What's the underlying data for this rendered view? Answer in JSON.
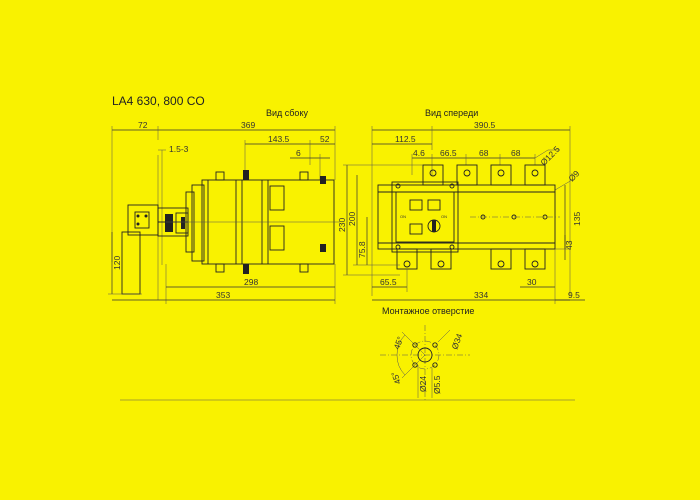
{
  "title": "LA4 630, 800 CO",
  "views": {
    "side": "Вид сбоку",
    "front": "Вид спереди",
    "mounting": "Монтажное отверстие"
  },
  "side_dims": {
    "d72": "72",
    "d369": "369",
    "d143_5": "143.5",
    "d52": "52",
    "d6": "6",
    "d1_5_3": "1.5-3",
    "d120": "120",
    "d298": "298",
    "d353": "353"
  },
  "front_dims": {
    "d112_5": "112.5",
    "d390_5": "390.5",
    "d4_6": "4.6",
    "d66_5": "66.5",
    "d68a": "68",
    "d68b": "68",
    "d12_5": "Ø12.5",
    "d9": "Ø9",
    "d230": "230",
    "d200": "200",
    "d135": "135",
    "d43": "43",
    "d75_8": "75.8",
    "d65_5": "65.5",
    "d334": "334",
    "d30": "30",
    "d9_5": "9.5"
  },
  "mount_dims": {
    "a45a": "45°",
    "a45b": "45°",
    "d34": "Ø34",
    "d24": "Ø24",
    "d5_5": "Ø5.5"
  }
}
